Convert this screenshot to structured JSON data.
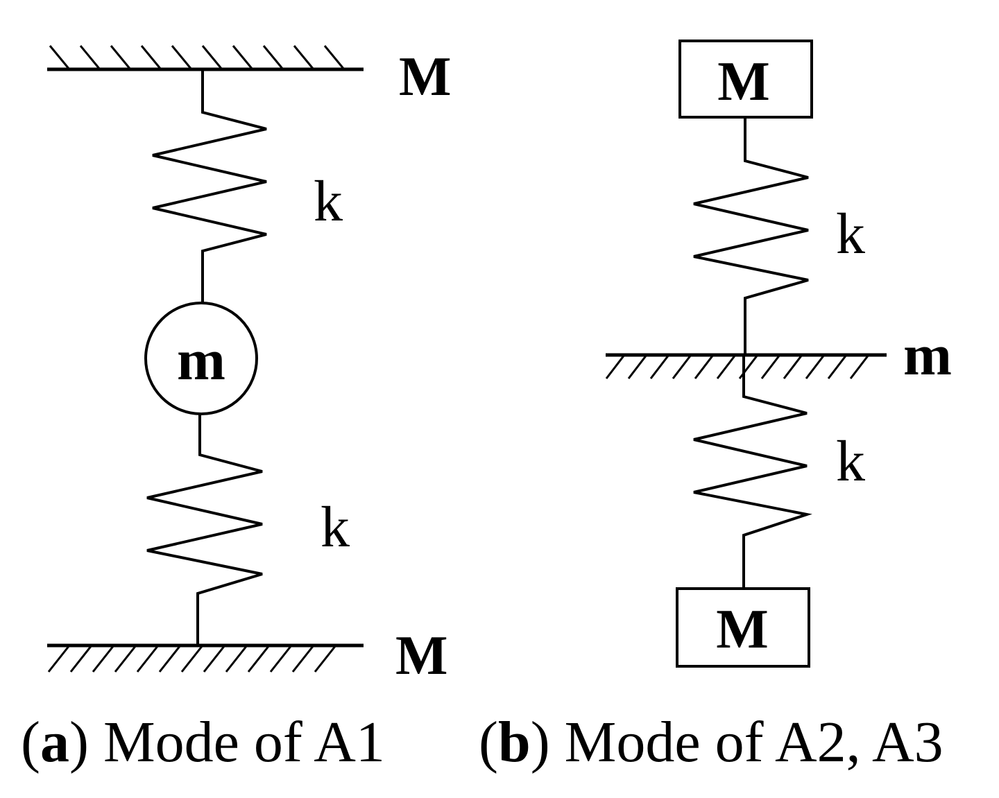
{
  "panel_a": {
    "top_mass": "M",
    "bottom_mass": "M",
    "middle_mass": "m",
    "upper_spring": "k",
    "lower_spring": "k",
    "caption_open": "(",
    "caption_letter": "a",
    "caption_text": ") Mode of A1"
  },
  "panel_b": {
    "top_mass": "M",
    "bottom_mass": "M",
    "middle_mass": "m",
    "upper_spring": "k",
    "lower_spring": "k",
    "caption_open": "(",
    "caption_letter": "b",
    "caption_text": ") Mode of A2, A3"
  }
}
